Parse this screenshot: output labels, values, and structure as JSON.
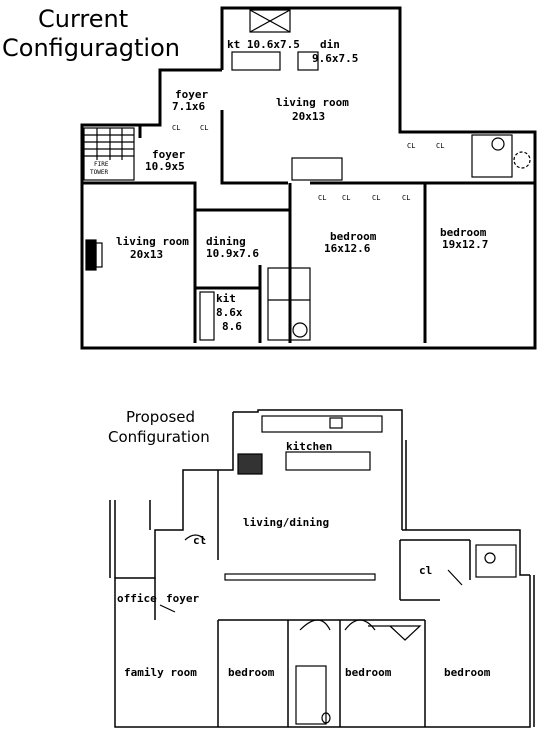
{
  "current": {
    "heading_line1": "Current",
    "heading_line2": "Configuragtion",
    "rooms": {
      "kt": "kt 10.6x7.5",
      "din_label": "din",
      "din_size": "9.6x7.5",
      "foyer_a_label": "foyer",
      "foyer_a_size": "7.1x6",
      "living_a_label": "living room",
      "living_a_size": "20x13",
      "foyer_b_label": "foyer",
      "foyer_b_size": "10.9x5",
      "fire_tower_1": "FIRE",
      "fire_tower_2": "TOWER",
      "living_b_label": "living room",
      "living_b_size": "20x13",
      "dining_label": "dining",
      "dining_size": "10.9x7.6",
      "bedroom_a_label": "bedroom",
      "bedroom_a_size": "16x12.6",
      "bedroom_b_label": "bedroom",
      "bedroom_b_size": "19x12.7",
      "kit_label": "kit",
      "kit_size_1": "8.6x",
      "kit_size_2": "8.6"
    },
    "closet": "CL"
  },
  "proposed": {
    "heading_line1": "Proposed",
    "heading_line2": "Configuration",
    "rooms": {
      "kitchen": "kitchen",
      "living_dining": "living/dining",
      "cl_left": "cl",
      "cl_right": "cl",
      "office": "office",
      "foyer": "foyer",
      "family_room": "family room",
      "bedroom_1": "bedroom",
      "bedroom_2": "bedroom",
      "bedroom_3": "bedroom"
    }
  }
}
